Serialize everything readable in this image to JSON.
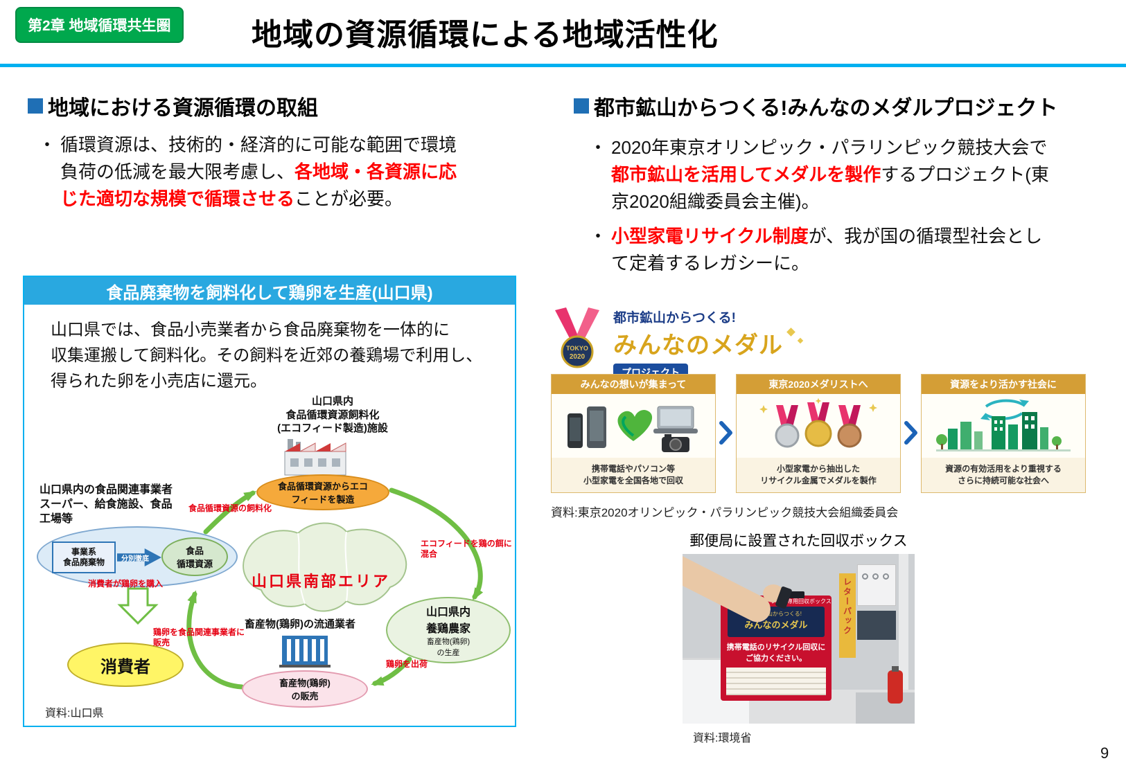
{
  "page": {
    "chapter_badge": "第2章 地域循環共生圏",
    "title": "地域の資源循環による地域活性化",
    "page_number": "9"
  },
  "bullet_marker": "・",
  "left": {
    "heading": "地域における資源循環の取組",
    "bullet": {
      "pre": "循環資源は、技術的・経済的に可能な範囲で環境負荷の低減を最大限考慮し、",
      "red": "各地域・各資源に応じた適切な規模で循環させる",
      "post": "ことが必要。"
    },
    "figure": {
      "header": "食品廃棄物を飼料化して鶏卵を生産(山口県)",
      "description": "山口県では、食品小売業者から食品廃棄物を一体的に\n収集運搬して飼料化。その飼料を近郊の養鶏場で利用し、\n得られた卵を小売店に還元。",
      "source": "資料:山口県",
      "diagram": {
        "facility": "山口県内\n食品循環資源飼料化\n(エコフィード製造)施設",
        "ecofeed": "食品循環資源からエコ\nフィードを製造",
        "business": "山口県内の食品関連事業者\nスーパー、給食施設、食品\n工場等",
        "waste_box": "事業系\n食品廃棄物",
        "sort": "分別徹底",
        "resource": "食品\n循環資源",
        "map": "山口県南部エリア",
        "feed_label": "食品循環資源の飼料化",
        "mix_label": "エコフィードを鶏の餌に混合",
        "farm_title": "山口県内\n養鶏農家",
        "farm_sub": "畜産物(鶏卵)\nの生産",
        "distributor": "畜産物(鶏卵)の流通業者",
        "sale": "畜産物(鶏卵)\nの販売",
        "consumer": "消費者",
        "buy_label": "消費者が鶏卵を購入",
        "sell_label": "鶏卵を食品関連事業者に販売",
        "ship_label": "鶏卵を出荷"
      }
    }
  },
  "right": {
    "heading": "都市鉱山からつくる!みんなのメダルプロジェクト",
    "bullet1": {
      "pre": "2020年東京オリンピック・パラリンピック競技大会で",
      "red": "都市鉱山を活用してメダルを製作",
      "post": "するプロジェクト(東京2020組織委員会主催)。"
    },
    "bullet2": {
      "red": "小型家電リサイクル制度",
      "post": "が、我が国の循環型社会として定着するレガシーに。"
    },
    "logo": {
      "tokyo_top": "TOKYO",
      "tokyo_bottom": "2020",
      "line1": "都市鉱山からつくる!",
      "line2": "みんなのメダル",
      "line3": "プロジェクト"
    },
    "panels": [
      {
        "header": "みんなの想いが集まって",
        "caption": "携帯電話やパソコン等\n小型家電を全国各地で回収"
      },
      {
        "header": "東京2020メダリストへ",
        "caption": "小型家電から抽出した\nリサイクル金属でメダルを製作"
      },
      {
        "header": "資源をより活かす社会に",
        "caption": "資源の有効活用をより重視する\nさらに持続可能な社会へ"
      }
    ],
    "panels_source": "資料:東京2020オリンピック・パラリンピック競技大会組織委員会",
    "photo_caption": "郵便局に設置された回収ボックス",
    "photo": {
      "letterpack": "レターパック",
      "box_top": "携帯電話・スマートフォン専用回収ボックス",
      "box_logo_top": "都市鉱山からつくる!",
      "box_logo": "みんなのメダル",
      "box_line1": "携帯電話のリサイクル回収に",
      "box_line2": "ご協力ください。"
    },
    "photo_source": "資料:環境省"
  }
}
